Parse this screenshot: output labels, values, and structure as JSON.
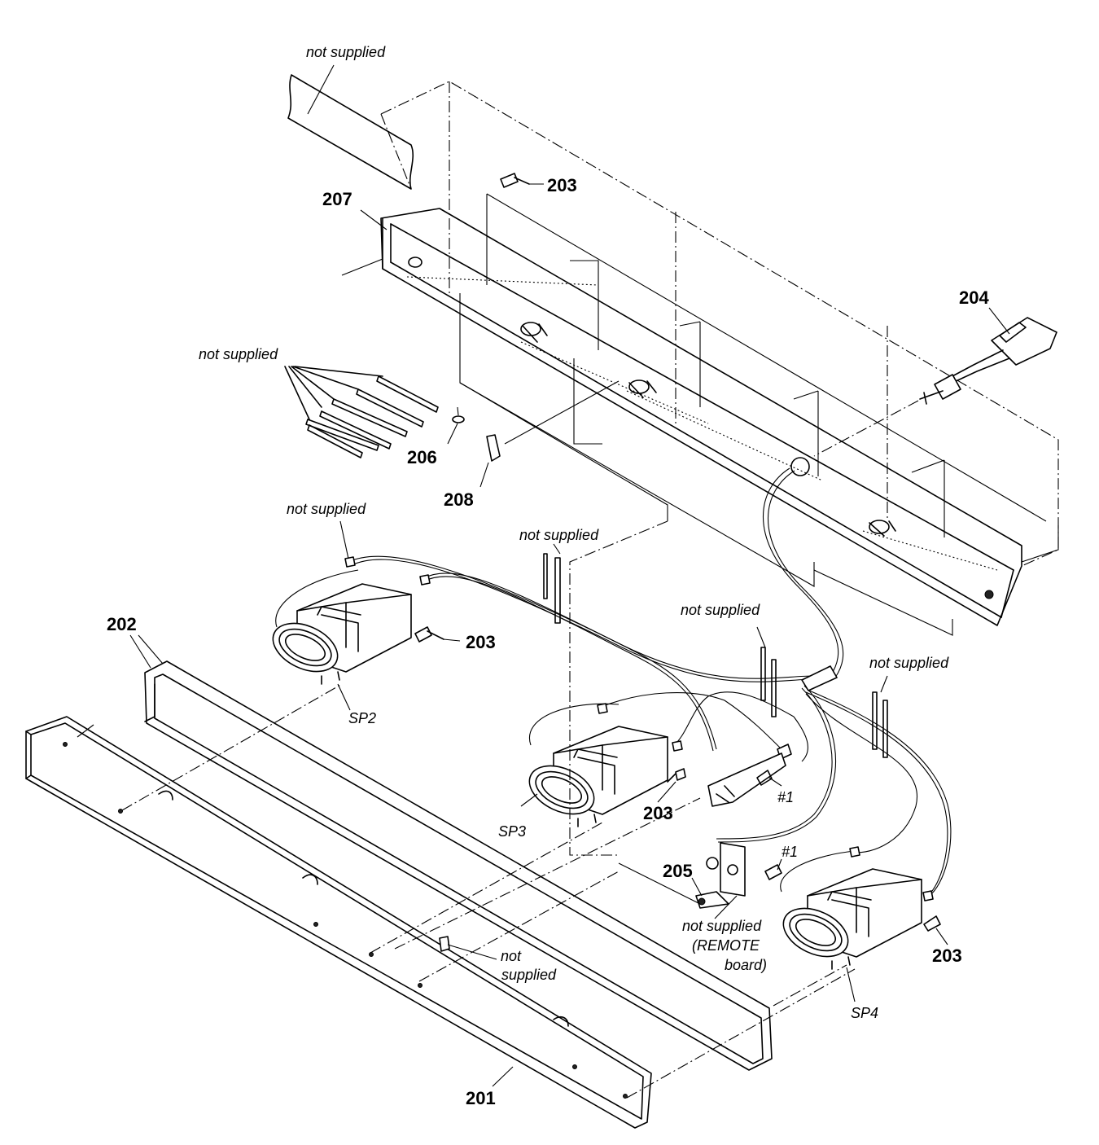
{
  "labels": {
    "p201": "201",
    "p202": "202",
    "p203a": "203",
    "p203b": "203",
    "p203c": "203",
    "p203d": "203",
    "p204": "204",
    "p205": "205",
    "p206": "206",
    "p207": "207",
    "p208": "208",
    "sp2": "SP2",
    "sp3": "SP3",
    "sp4": "SP4",
    "h1a": "#1",
    "h1b": "#1"
  },
  "notes": {
    "ns_top": "not supplied",
    "ns_strips": "not supplied",
    "ns_wire": "not supplied",
    "ns_bracket1": "not supplied",
    "ns_bracket2": "not supplied",
    "ns_bracket3": "not supplied",
    "ns_front_line1": "not",
    "ns_front_line2": "supplied",
    "remote_line1": "not supplied",
    "remote_line2": "(REMOTE",
    "remote_line3": "board)"
  }
}
